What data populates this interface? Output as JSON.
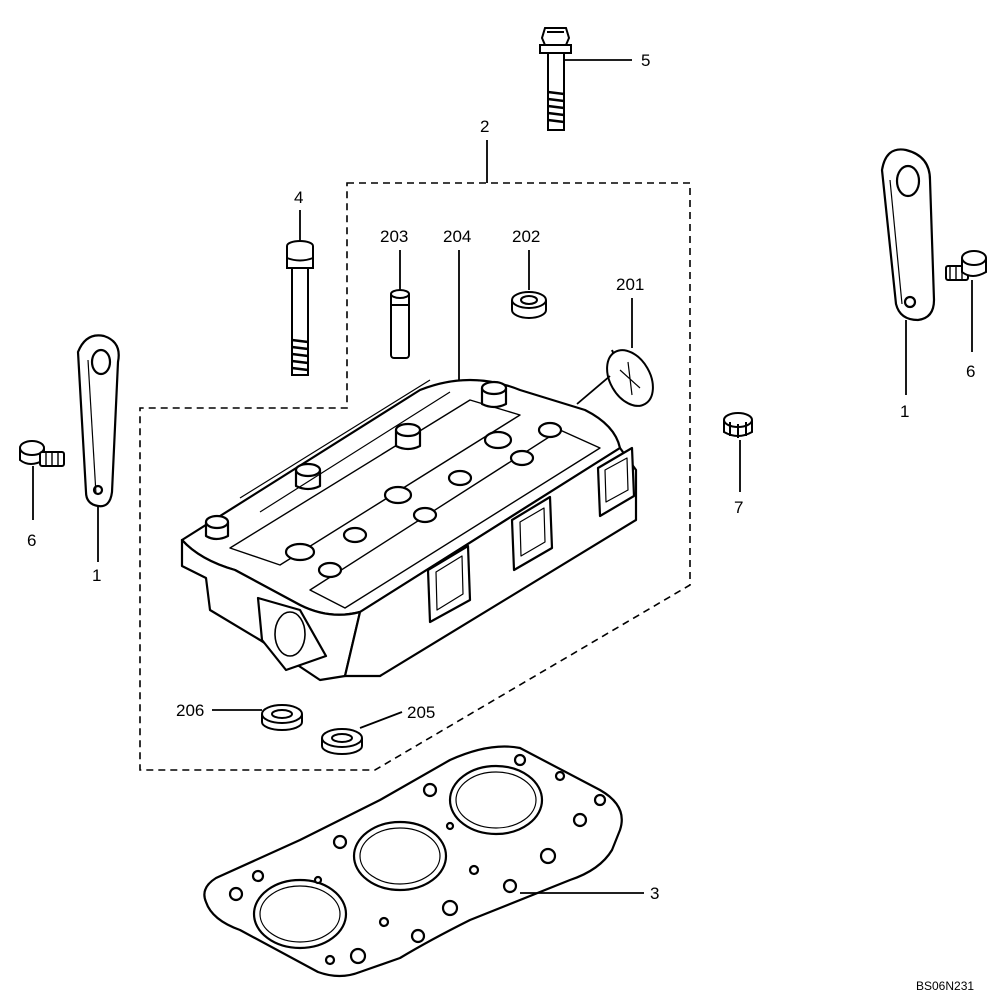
{
  "callouts": {
    "c1_left": "1",
    "c1_right": "1",
    "c2": "2",
    "c3": "3",
    "c4": "4",
    "c5": "5",
    "c6_left": "6",
    "c6_right": "6",
    "c7": "7",
    "c201": "201",
    "c202": "202",
    "c203": "203",
    "c204": "204",
    "c205": "205",
    "c206": "206"
  },
  "drawing_code": "BS06N231",
  "colors": {
    "ink": "#000000",
    "background": "#ffffff"
  }
}
